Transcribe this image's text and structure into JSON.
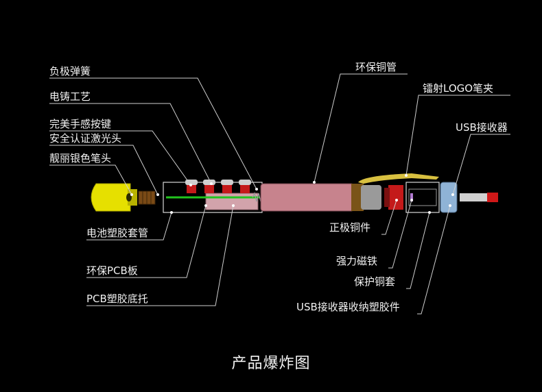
{
  "labels": {
    "neg_spring": "负极弹簧",
    "electroplate": "电铸工艺",
    "keys": "完美手感按键",
    "laser_head": "安全认证激光头",
    "tip": "靓丽银色笔头",
    "battery_tube": "电池塑胶套管",
    "pcb_board": "环保PCB板",
    "pcb_base": "PCB塑胶底托",
    "copper_tube": "环保铜管",
    "logo_clip": "镭射LOGO笔夹",
    "usb_receiver": "USB接收器",
    "pos_copper": "正极铜件",
    "magnet": "强力磁铁",
    "copper_sleeve": "保护铜套",
    "usb_holder": "USB接收器收纳塑胶件"
  },
  "caption": "产品爆炸图",
  "colors": {
    "background": "#000000",
    "leader_line": "#cfcfcf",
    "tip_yellow": "#e6e000",
    "tube_pink": "#c7838d",
    "laser_green": "#22c41e",
    "usb_blue": "#8fb3d6",
    "usb_red": "#d01818"
  }
}
